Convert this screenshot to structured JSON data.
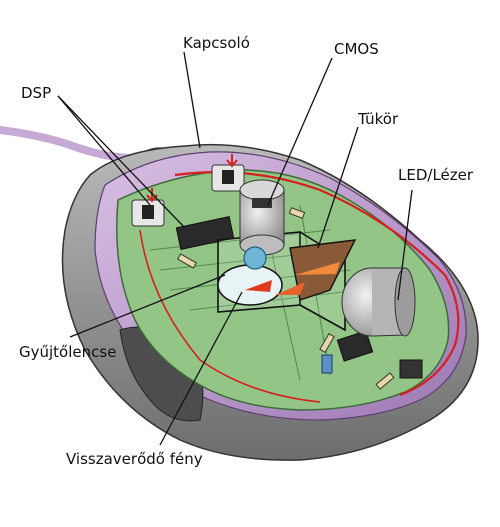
{
  "labels": {
    "switch": "Kapcsoló",
    "cmos": "CMOS",
    "dsp": "DSP",
    "mirror": "Tükör",
    "led_laser": "LED/Lézer",
    "collector_lens": "Gyűjtőlencse",
    "reflected_light": "Visszaverődő fény"
  },
  "colors": {
    "shell_purple": "#c9a6d6",
    "shell_purple_dark": "#8e6aa5",
    "shell_gray": "#9a9a9a",
    "pcb_green": "#8fc283",
    "pcb_dark": "#5e9a58",
    "wire_red": "#d62020",
    "light_red": "#e03a1e"
  }
}
